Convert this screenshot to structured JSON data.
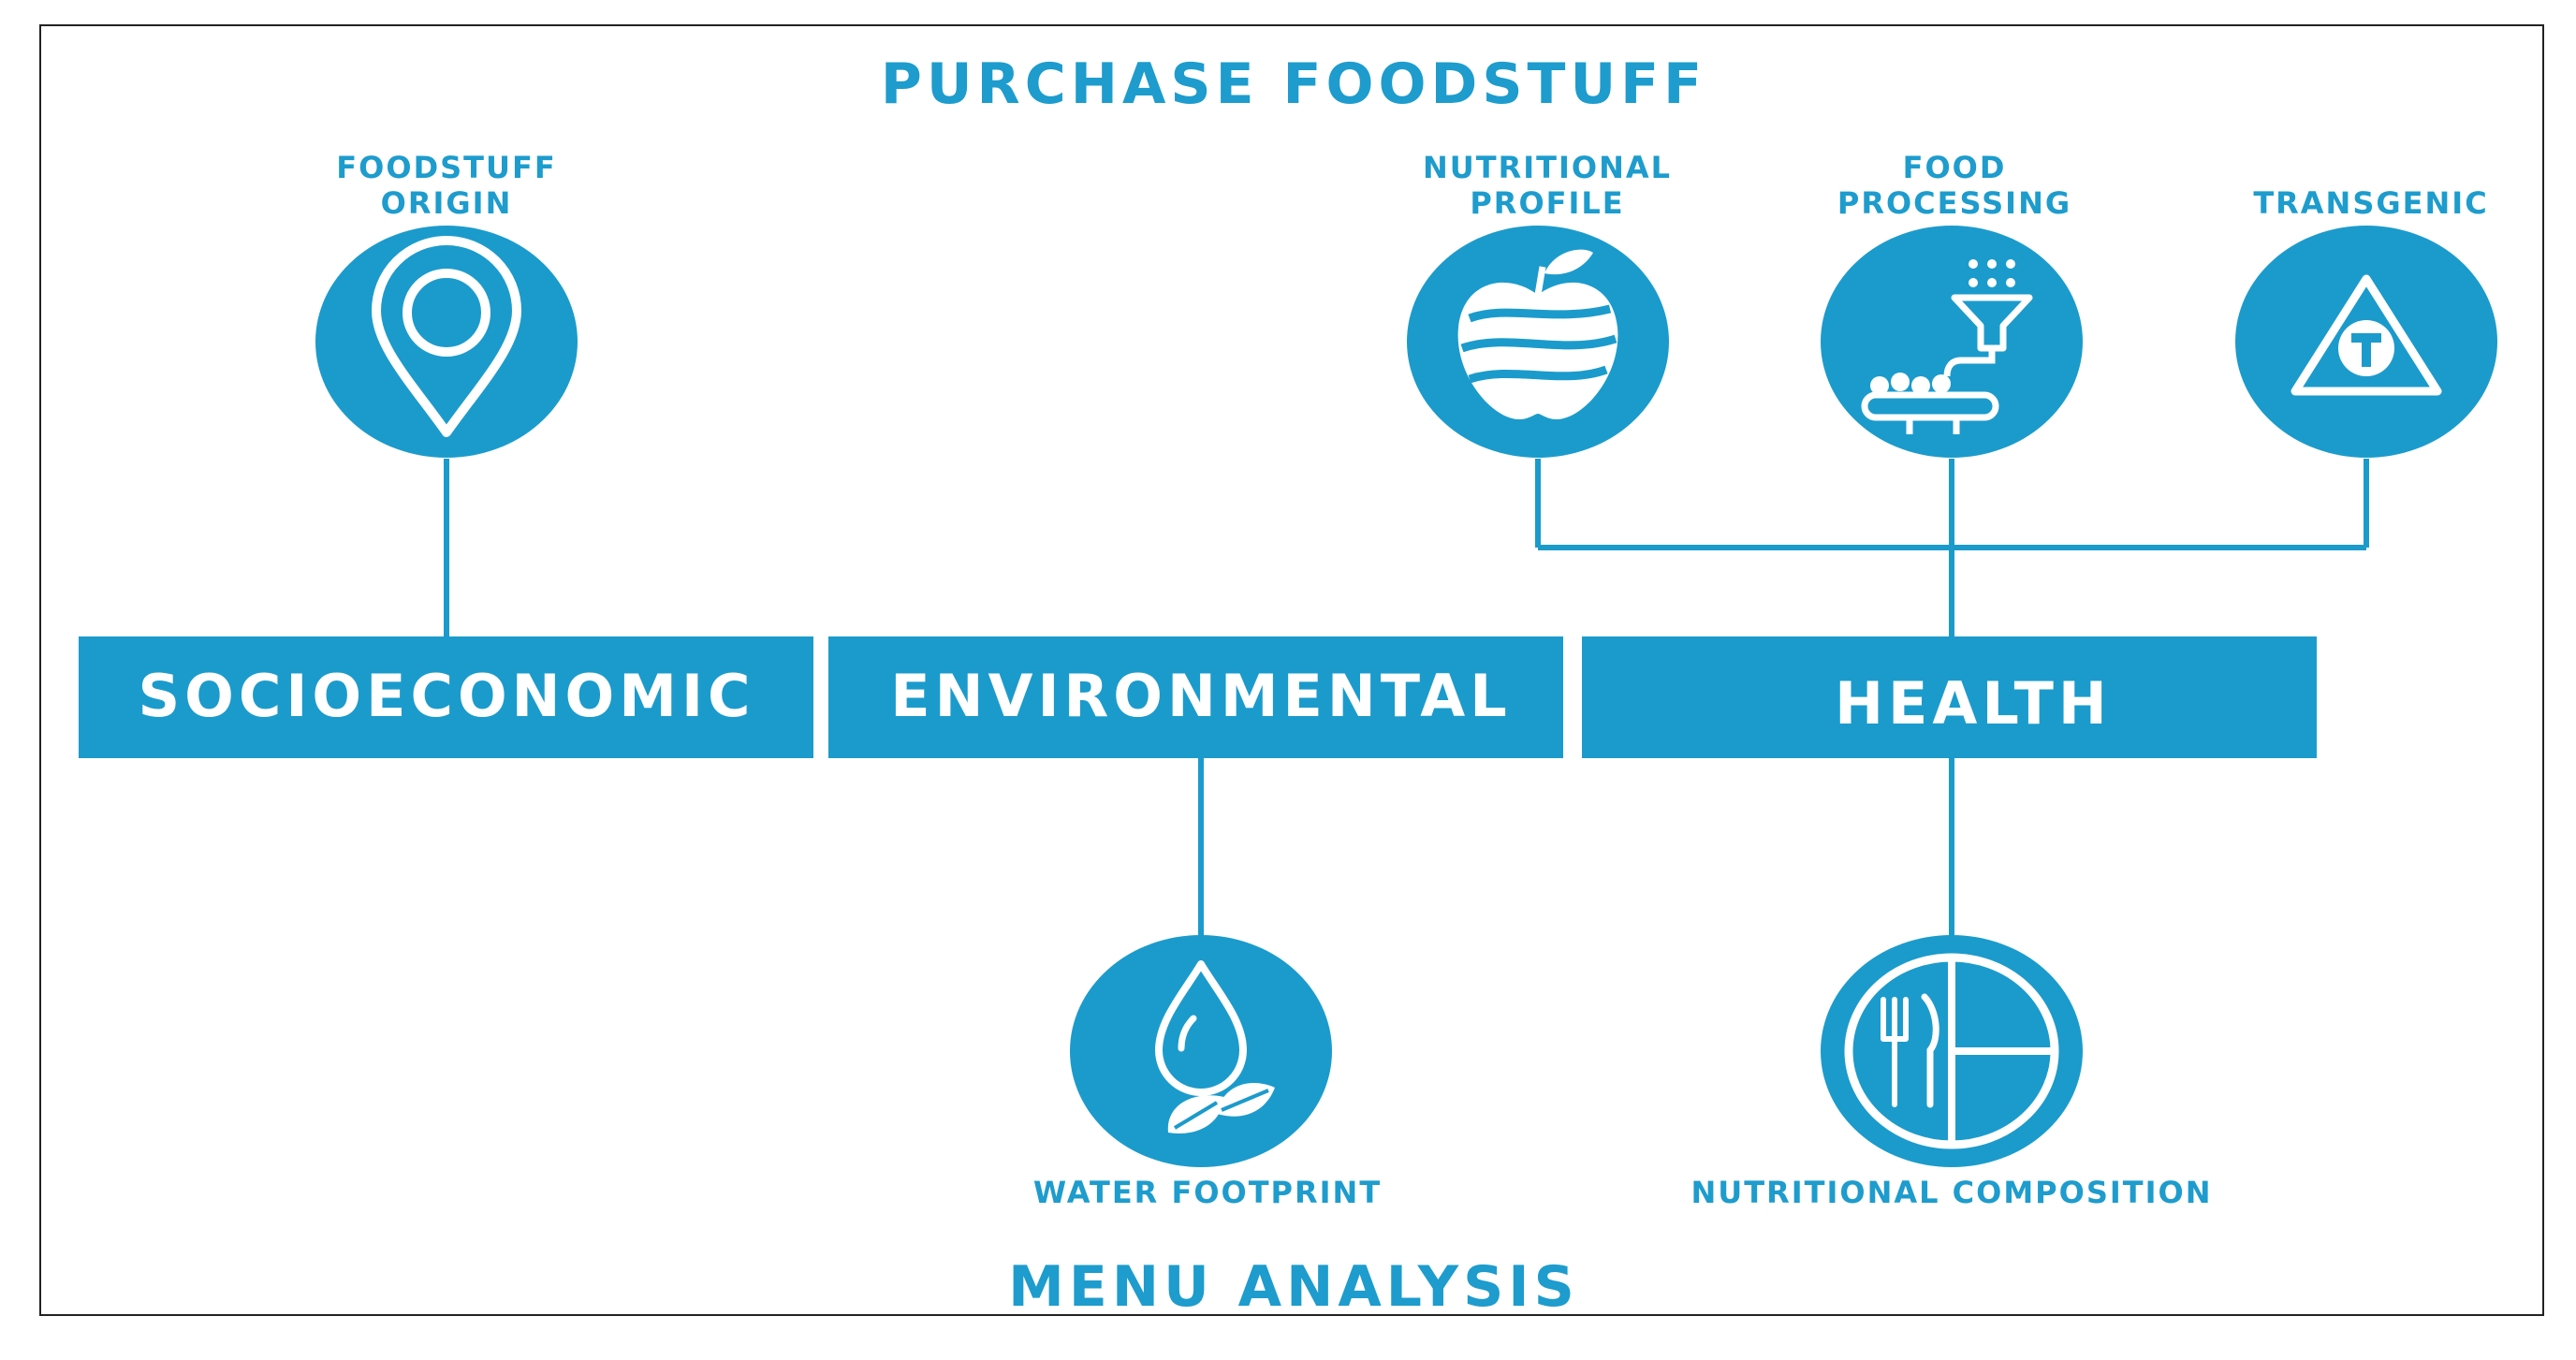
{
  "title_top": "PURCHASE FOODSTUFF",
  "title_bottom": "MENU ANALYSIS",
  "colors": {
    "accent": "#1b9bcc",
    "background": "#ffffff",
    "icon_stroke": "#ffffff"
  },
  "categories": {
    "socioeconomic": "SOCIOECONOMIC",
    "environmental": "ENVIRONMENTAL",
    "health": "HEALTH"
  },
  "nodes": {
    "foodstuff_origin": {
      "line1": "FOODSTUFF",
      "line2": "ORIGIN",
      "icon": "location-pin-icon"
    },
    "nutritional_profile": {
      "line1": "NUTRITIONAL",
      "line2": "PROFILE",
      "icon": "apple-icon"
    },
    "food_processing": {
      "line1": "FOOD",
      "line2": "PROCESSING",
      "icon": "food-processing-icon"
    },
    "transgenic": {
      "label": "TRANSGENIC",
      "icon": "transgenic-warning-icon"
    },
    "water_footprint": {
      "label": "WATER FOOTPRINT",
      "icon": "water-drop-leaf-icon"
    },
    "nutritional_composition": {
      "label": "NUTRITIONAL COMPOSITION",
      "icon": "plate-cutlery-icon"
    }
  }
}
